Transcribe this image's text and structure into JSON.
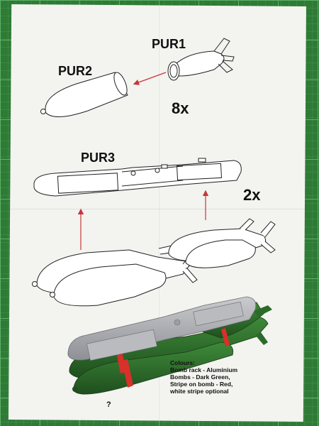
{
  "labels": {
    "pur1": "PUR1",
    "pur2": "PUR2",
    "pur3": "PUR3",
    "qty_pur": "8x",
    "qty_rack": "2x",
    "unknown_mark": "?"
  },
  "colour_notes": {
    "heading": "Colours:",
    "lines": [
      "Bomb rack - Aluminium",
      "Bombs - Dark Green,",
      "Stripe on bomb - Red,",
      "white stripe optional"
    ]
  },
  "colors": {
    "mat_green": "#2d7b35",
    "paper": "#f3f3f0",
    "arrow_red": "#c8363a",
    "bomb_green": "#2b6b2a",
    "rack_grey": "#a7a9ae",
    "stripe_red": "#d9302a"
  }
}
